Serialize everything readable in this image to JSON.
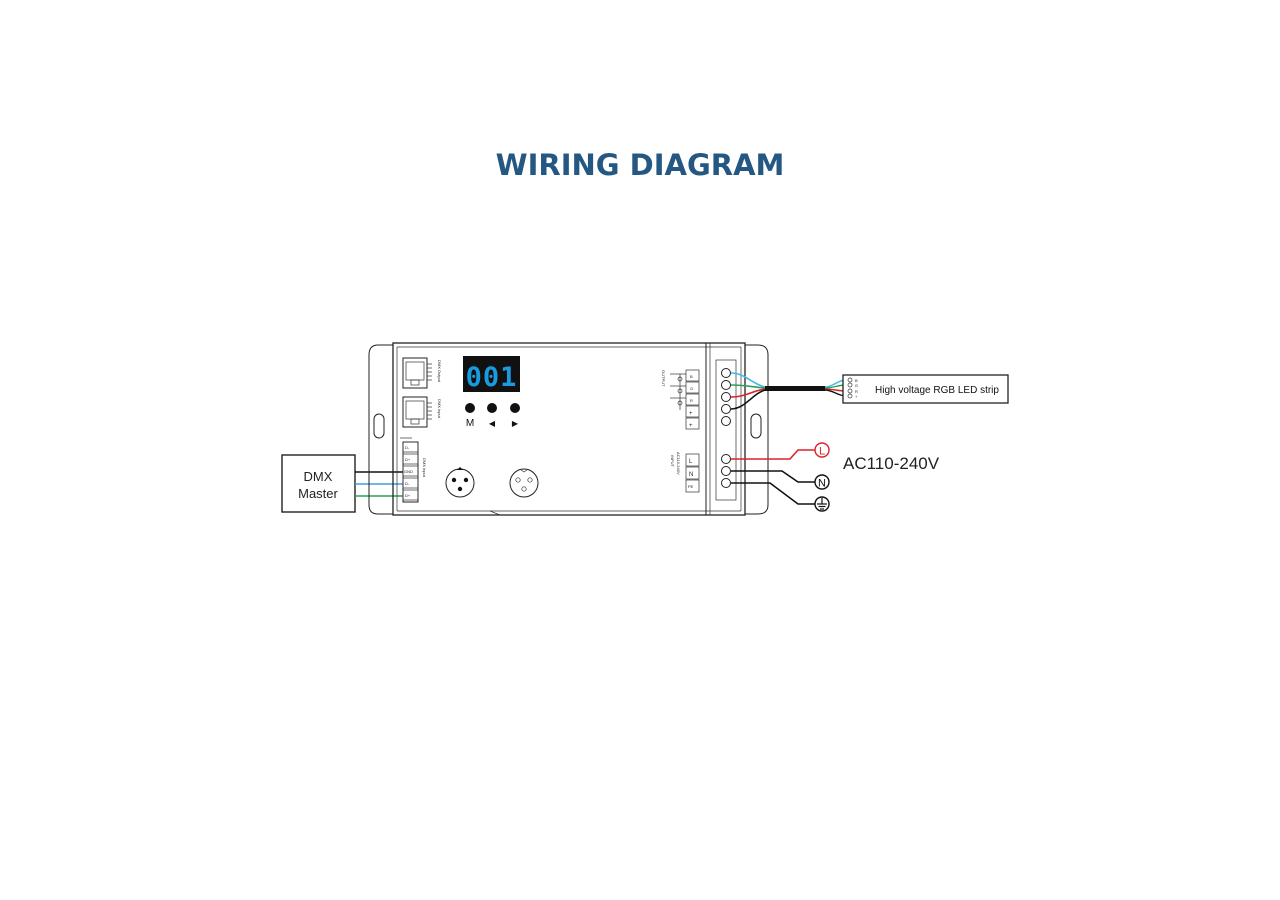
{
  "title": "WIRING DIAGRAM",
  "display": {
    "value": "001",
    "color": "#1a9be0"
  },
  "buttons": {
    "mode": "M",
    "left": "◀",
    "right": "▶"
  },
  "dmx_master": {
    "line1": "DMX",
    "line2": "Master"
  },
  "dmx_terminals": [
    "D-",
    "D+",
    "GND",
    "D-",
    "D+"
  ],
  "dmx_terminal_label": "DMX Input",
  "rj45_labels": [
    "DMX Output",
    "DMX Input"
  ],
  "output": {
    "label": "OUTPUT",
    "terminals": [
      "B",
      "G",
      "R",
      "+",
      "+"
    ]
  },
  "input": {
    "label": "INPUT",
    "voltage_label": "AC110-240V",
    "terminals": [
      "L",
      "N",
      "PE"
    ]
  },
  "led_strip": {
    "label": "High voltage RGB LED strip",
    "pins": [
      "B",
      "G",
      "R",
      "+"
    ]
  },
  "ac": {
    "label": "AC110-240V",
    "L": "L",
    "N": "N"
  },
  "wire_colors": {
    "blue": "#3aa0e0",
    "green": "#2aa05a",
    "red": "#d8232a",
    "black": "#111111",
    "cyan": "#40b8e8"
  }
}
